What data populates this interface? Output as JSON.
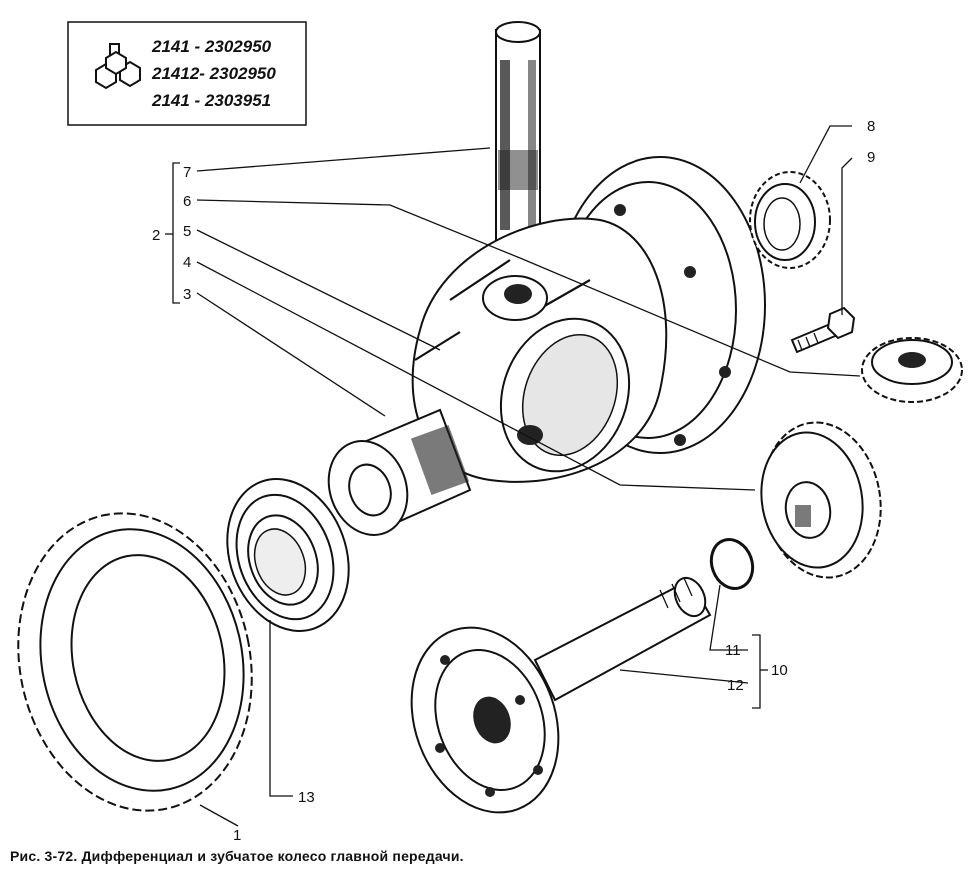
{
  "caption": "Рис. 3-72. Дифференциал и зубчатое колесо главной передачи.",
  "parts_box": {
    "part_numbers": [
      "2141 - 2302950",
      "21412- 2302950",
      "2141 - 2303951"
    ]
  },
  "callouts": {
    "c1": "1",
    "c2": "2",
    "c3": "3",
    "c4": "4",
    "c5": "5",
    "c6": "6",
    "c7": "7",
    "c8": "8",
    "c9": "9",
    "c10": "10",
    "c11": "11",
    "c12": "12",
    "c13": "13"
  }
}
